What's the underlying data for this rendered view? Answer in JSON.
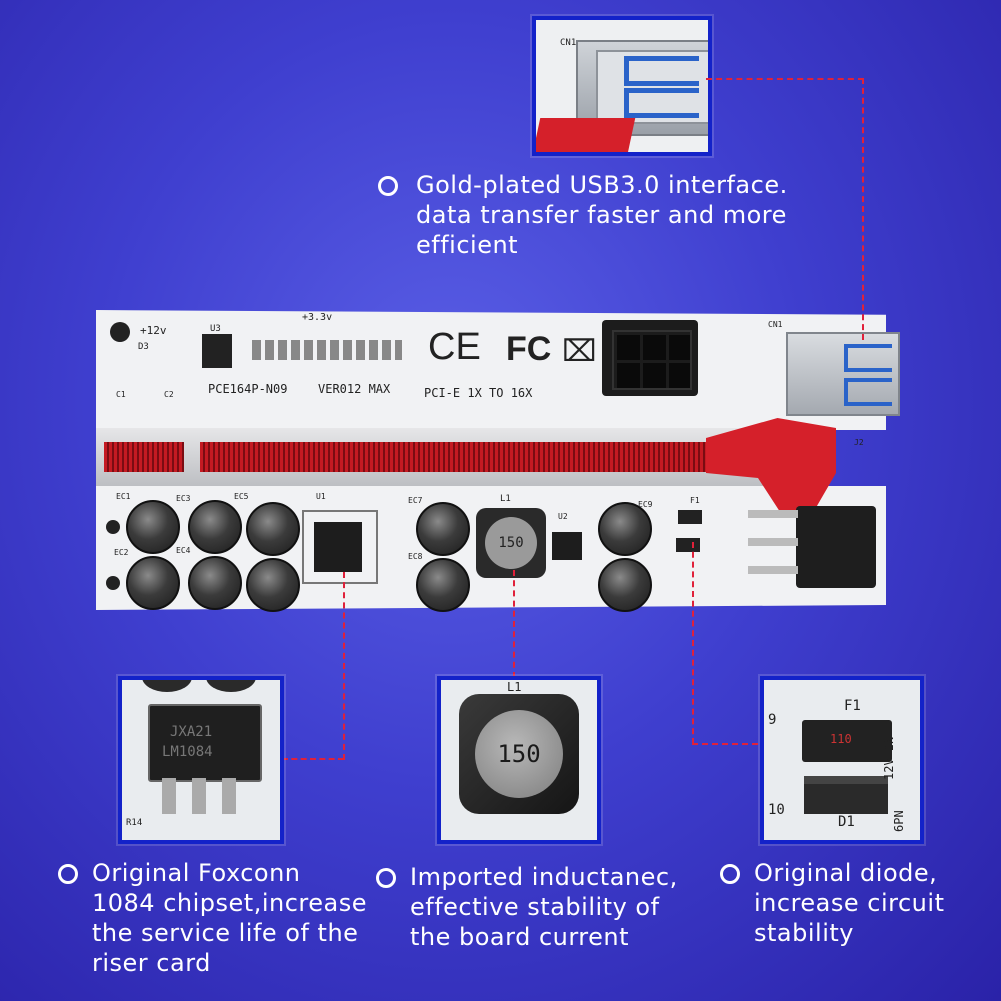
{
  "captions": {
    "usb": [
      "Gold-plated USB3.0 interface.",
      "data transfer faster and more",
      "efficient"
    ],
    "chipset": [
      "Original Foxconn",
      "1084 chipset,increase",
      "the service life of the",
      "riser card"
    ],
    "inductor": [
      "Imported inductanec,",
      "effective stability of",
      "the board current"
    ],
    "diode": [
      "Original diode,",
      "increase circuit",
      "stability"
    ]
  },
  "board_labels": {
    "model": "PCE164P-N09",
    "version": "VER012 MAX",
    "pcie": "PCI-E 1X TO 16X",
    "v12": "+12v",
    "v33": "+3.3v",
    "u3": "U3",
    "d3": "D3",
    "cn1": "CN1",
    "j2": "J2",
    "f1": "F1",
    "u1": "U1",
    "u2": "U2",
    "l1": "L1",
    "ec1": "EC1",
    "ec2": "EC2",
    "ec3": "EC3",
    "ec4": "EC4",
    "ec5": "EC5",
    "ec7": "EC7",
    "ec8": "EC8",
    "ec9": "EC9",
    "c1": "C1",
    "c2": "C2",
    "ce_mark": "CE",
    "fc_mark": "FC",
    "inductor_code": "150"
  },
  "insets": {
    "chip_line1": "JXA21",
    "chip_line2": "LM1084",
    "chip_r": "R14",
    "inductor_code": "150",
    "inductor_ref": "L1",
    "diode_f1": "F1",
    "diode_fuse_code": "110",
    "diode_d1": "D1",
    "diode_12v": "12V IN",
    "diode_6pn": "6PN",
    "diode_9": "9",
    "diode_10": "10",
    "usb_cn": "CN1"
  },
  "colors": {
    "background": "#3f3fcf",
    "inset_border": "#1322c9",
    "leader_line": "#e0213a",
    "slot_red": "#c41a22"
  }
}
